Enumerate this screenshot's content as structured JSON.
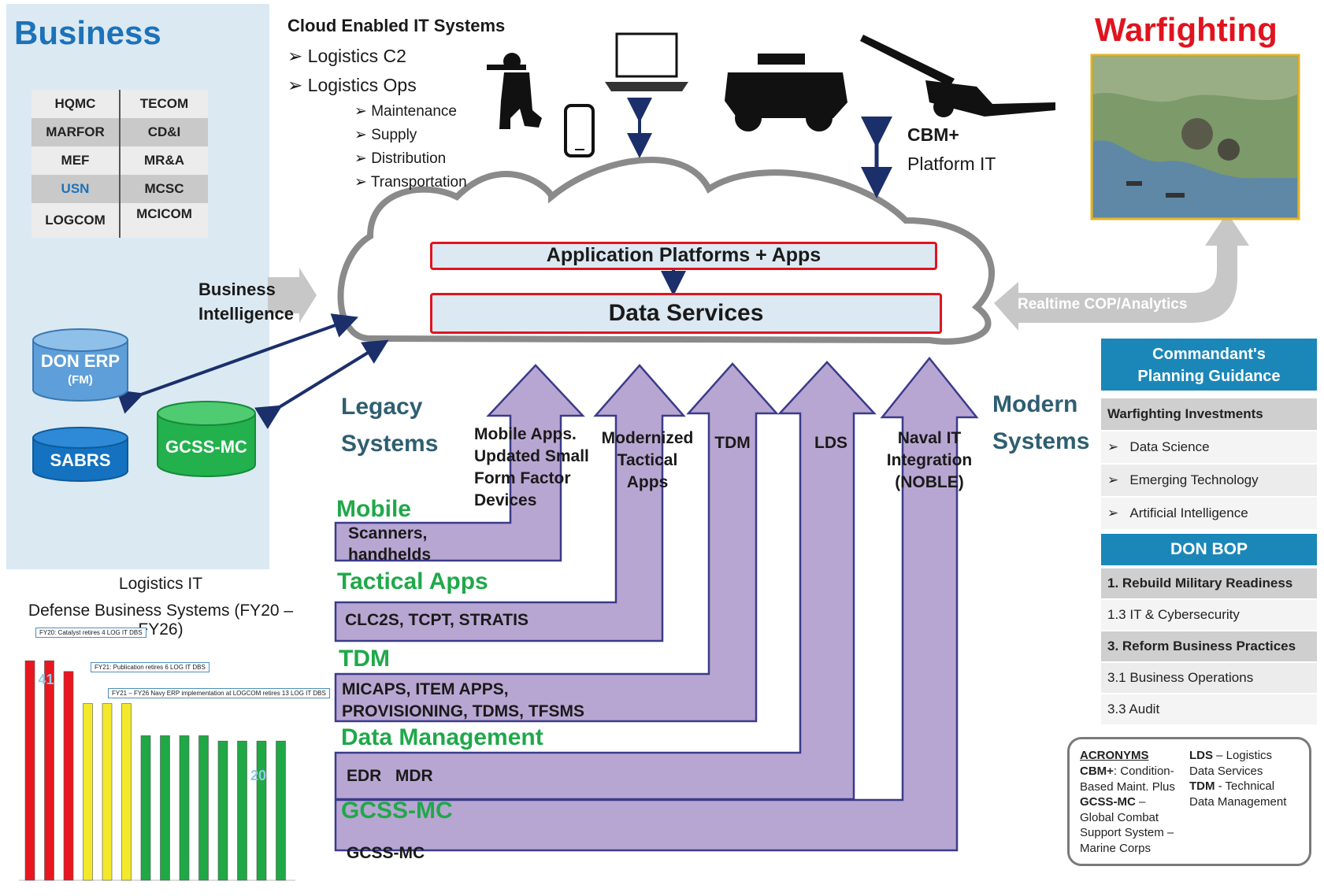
{
  "business": {
    "title": "Business",
    "orgs": [
      [
        "HQMC",
        "TECOM"
      ],
      [
        "MARFOR",
        "CD&I"
      ],
      [
        "MEF",
        "MR&A"
      ],
      [
        "USN",
        "MCSC"
      ],
      [
        "LOGCOM",
        "MCICOM"
      ]
    ],
    "bi_label_1": "Business",
    "bi_label_2": "Intelligence",
    "db_don_erp": "DON ERP",
    "db_don_erp_sub": "(FM)",
    "db_sabrs": "SABRS",
    "db_gcss": "GCSS-MC"
  },
  "cloud_it": {
    "title": "Cloud Enabled IT Systems",
    "items": [
      "Logistics C2",
      "Logistics Ops"
    ],
    "sub_items": [
      "Maintenance",
      "Supply",
      "Distribution",
      "Transportation"
    ]
  },
  "cbm": {
    "line1": "CBM+",
    "line2": "Platform IT"
  },
  "warfighting": {
    "title": "Warfighting",
    "cop_label": "Realtime COP/Analytics"
  },
  "cloud": {
    "app_platforms": "Application Platforms + Apps",
    "data_services": "Data Services"
  },
  "legacy": {
    "line1": "Legacy",
    "line2": "Systems"
  },
  "modern": {
    "line1": "Modern",
    "line2": "Systems"
  },
  "arrow_labels": {
    "mobile": [
      "Mobile Apps.",
      "Updated Small",
      "Form Factor",
      "Devices"
    ],
    "modernized": [
      "Modernized",
      "Tactical",
      "Apps"
    ],
    "tdm": "TDM",
    "lds": "LDS",
    "naval": [
      "Naval IT",
      "Integration",
      "(NOBLE)"
    ]
  },
  "tiers": [
    {
      "title": "Mobile",
      "content": [
        "Scanners,",
        "handhelds"
      ]
    },
    {
      "title": "Tactical Apps",
      "content": [
        "CLC2S, TCPT, STRATIS"
      ]
    },
    {
      "title": "TDM",
      "content": [
        "MICAPS, ITEM APPS,",
        "PROVISIONING, TDMS, TFSMS"
      ]
    },
    {
      "title": "Data Management",
      "content": [
        "EDR   MDR"
      ]
    },
    {
      "title": "GCSS-MC",
      "content": [
        "GCSS-MC"
      ]
    }
  ],
  "right_panel": {
    "cpg_title_1": "Commandant's",
    "cpg_title_2": "Planning Guidance",
    "cpg_rows": [
      "Warfighting Investments",
      "Data Science",
      "Emerging Technology",
      "Artificial Intelligence"
    ],
    "bop_title": "DON BOP",
    "bop_rows": [
      "1. Rebuild Military Readiness",
      "1.3 IT & Cybersecurity",
      "3. Reform Business Practices",
      "3.1 Business Operations",
      "3.3 Audit"
    ]
  },
  "acronyms": {
    "title": "ACRONYMS",
    "left": [
      {
        "term": "CBM+",
        "def": ": Condition-"
      },
      {
        "term": "",
        "def": "Based Maint. Plus"
      },
      {
        "term": "GCSS-MC",
        "def": " –"
      },
      {
        "term": "",
        "def": "Global Combat"
      },
      {
        "term": "",
        "def": "Support System –"
      },
      {
        "term": "",
        "def": "Marine Corps"
      }
    ],
    "right": [
      {
        "term": "LDS",
        "def": " – Logistics"
      },
      {
        "term": "",
        "def": "Data Services"
      },
      {
        "term": "TDM",
        "def": " - Technical"
      },
      {
        "term": "",
        "def": "Data Management"
      }
    ]
  },
  "chart_data": {
    "type": "bar",
    "title": "Logistics IT",
    "subtitle": "Defense Business Systems (FY20 – FY26)",
    "annotations": [
      "FY20: Catalyst retires 4 LOG IT DBS",
      "FY21: Publication retires 6 LOG IT DBS",
      "FY21 – FY26 Navy ERP implementation at LOGCOM retires 13 LOG IT DBS"
    ],
    "data_labels": [
      "41",
      "20"
    ],
    "values": [
      41,
      41,
      39,
      33,
      33,
      33,
      27,
      27,
      27,
      27,
      26,
      26,
      26,
      26
    ],
    "colors": [
      "#e8171f",
      "#e8171f",
      "#e8171f",
      "#f3e92a",
      "#f3e92a",
      "#f3e92a",
      "#1fa845",
      "#1fa845",
      "#1fa845",
      "#1fa845",
      "#1fa845",
      "#1fa845",
      "#1fa845",
      "#1fa845"
    ],
    "ylim": [
      0,
      45
    ]
  }
}
